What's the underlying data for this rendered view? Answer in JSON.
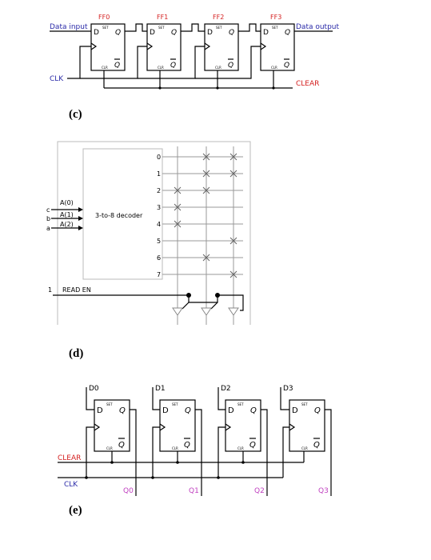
{
  "panel_c": {
    "caption": "(c)",
    "ff_names": [
      "FF0",
      "FF1",
      "FF2",
      "FF3"
    ],
    "data_input": "Data input",
    "data_output": "Data output",
    "clk": "CLK",
    "clear": "CLEAR",
    "pins": {
      "d": "D",
      "q": "Q",
      "qbar": "Q",
      "set": "SET",
      "clr": "CLR"
    }
  },
  "panel_d": {
    "caption": "(d)",
    "decoder_label": "3-to-8 decoder",
    "inputs": [
      {
        "side": "c",
        "name": "A(0)"
      },
      {
        "side": "b",
        "name": "A(1)"
      },
      {
        "side": "a",
        "name": "A(2)"
      }
    ],
    "outputs": [
      "0",
      "1",
      "2",
      "3",
      "4",
      "5",
      "6",
      "7"
    ],
    "read_en_value": "1",
    "read_en": "READ EN"
  },
  "panel_e": {
    "caption": "(e)",
    "d_labels": [
      "D0",
      "D1",
      "D2",
      "D3"
    ],
    "q_labels": [
      "Q0",
      "Q1",
      "Q2",
      "Q3"
    ],
    "clear": "CLEAR",
    "clk": "CLK"
  }
}
